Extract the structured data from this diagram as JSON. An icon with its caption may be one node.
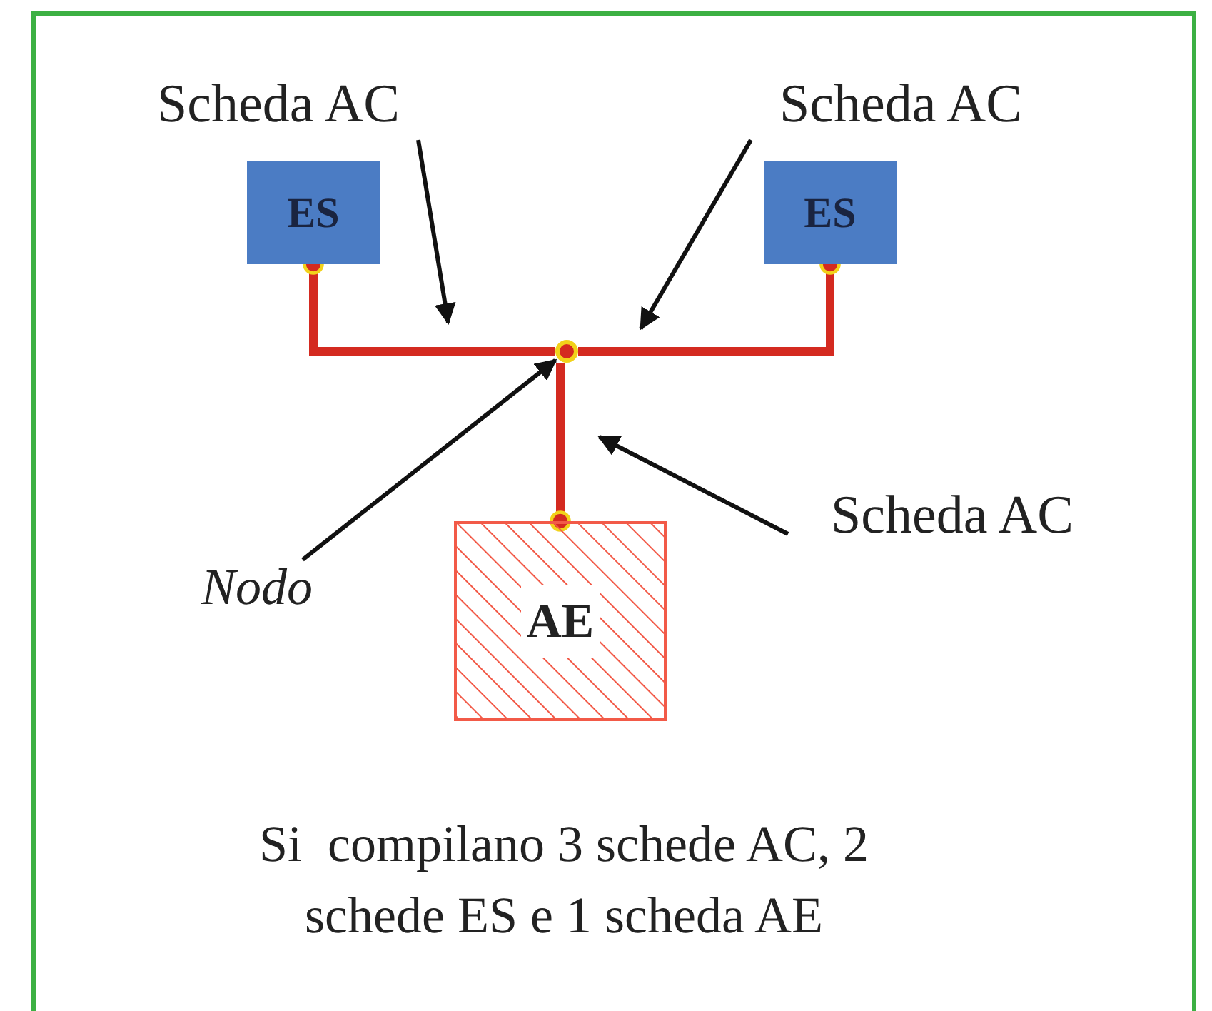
{
  "diagram": {
    "caption": "Si  compilano 3 schede AC, 2 schede ES e 1 scheda AE",
    "nodes": [
      {
        "text": [
          "ES"
        ]
      },
      {
        "text": [
          "ES"
        ]
      },
      {
        "text": [
          "AE"
        ]
      },
      {
        "text": [],
        "shape": "circle"
      },
      {
        "text": [
          "Scheda AC"
        ]
      },
      {
        "text": [
          "Scheda AC"
        ]
      },
      {
        "text": [
          "Scheda AC"
        ]
      },
      {
        "text": [
          "Nodo"
        ]
      }
    ],
    "edges": [
      {
        "from": 0,
        "to": 3,
        "arrow": "other",
        "style": "thick",
        "color": "#d42a20"
      },
      {
        "from": 1,
        "to": 3,
        "arrow": "other",
        "style": "thick",
        "color": "#d42a20"
      },
      {
        "from": 2,
        "to": 3,
        "arrow": "other",
        "style": "thick",
        "color": "#d42a20"
      },
      {
        "from": 4,
        "to": null,
        "arrow": "to"
      },
      {
        "from": 5,
        "to": null,
        "arrow": "to"
      },
      {
        "from": 6,
        "to": null,
        "arrow": "to"
      },
      {
        "from": 7,
        "to": 3,
        "arrow": "to"
      }
    ]
  }
}
